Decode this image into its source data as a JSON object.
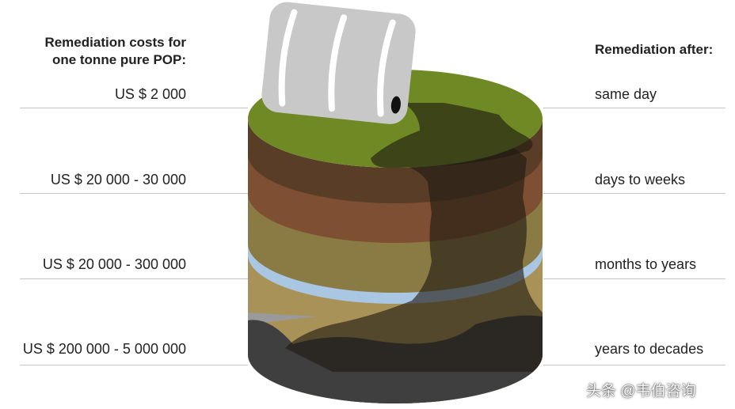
{
  "left_header": [
    "Remediation costs for",
    "one tonne pure POP:"
  ],
  "right_header": "Remediation after:",
  "rows": [
    {
      "cost": "US $ 2 000",
      "time": "same day"
    },
    {
      "cost": "US $ 20 000 - 30 000",
      "time": "days to weeks"
    },
    {
      "cost": "US $ 20 000 - 300 000",
      "time": "months to years"
    },
    {
      "cost": "US $ 200 000 - 5 000 000",
      "time": "years to decades"
    }
  ],
  "watermark": "头条 @韦伯咨询",
  "colors": {
    "grass": "#6f8a24",
    "dark_soil": "#5a3d27",
    "red_soil": "#7e4f33",
    "olive_soil": "#8a7a44",
    "water": "#a9c6e2",
    "tan_soil": "#a89258",
    "rock": "#9a9a9a",
    "bedrock": "#3f3f3f",
    "barrel": "#c8c8c8",
    "pollutant": "#1e1a12"
  }
}
